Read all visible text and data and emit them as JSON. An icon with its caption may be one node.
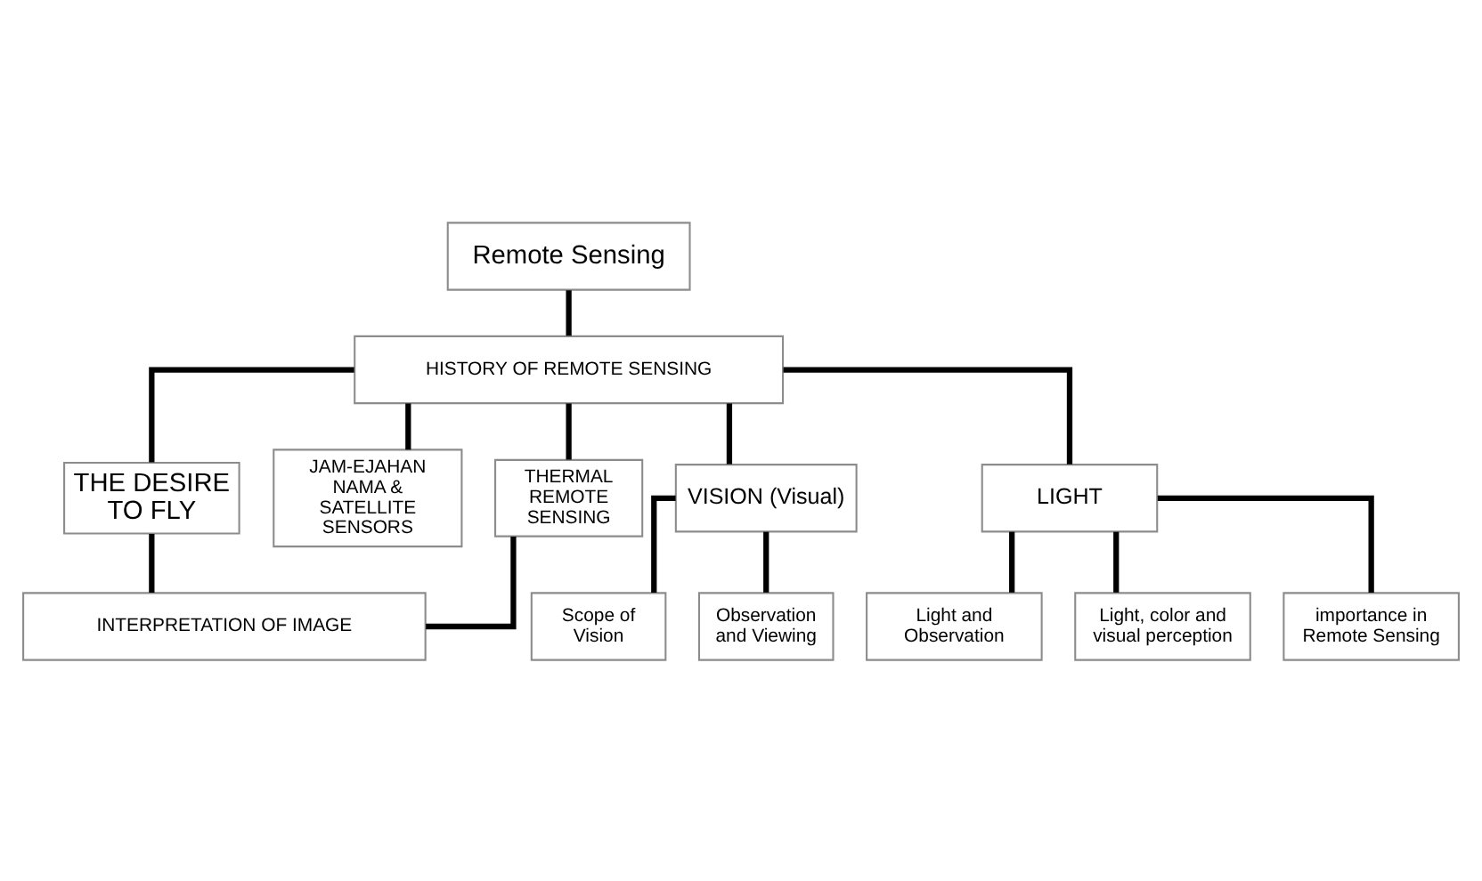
{
  "diagram": {
    "nodes": [
      {
        "text": [
          "Remote Sensing"
        ]
      },
      {
        "text": [
          "HISTORY OF REMOTE SENSING"
        ]
      },
      {
        "text": [
          "THE DESIRE TO FLY"
        ]
      },
      {
        "text": [
          "JAM-EJAHAN NAMA & SATELLITE SENSORS"
        ]
      },
      {
        "text": [
          "VISION (Visual)"
        ]
      },
      {
        "text": [
          "LIGHT"
        ]
      },
      {
        "text": [
          "THERMAL REMOTE SENSING"
        ]
      },
      {
        "text": [
          "Scope of Vision"
        ]
      },
      {
        "text": [
          "Observation and Viewing"
        ]
      },
      {
        "text": [
          "Light and Observation"
        ]
      },
      {
        "text": [
          "Light, color and visual perception"
        ]
      },
      {
        "text": [
          "importance in Remote Sensing"
        ]
      },
      {
        "text": [
          "INTERPRETATION OF IMAGE"
        ]
      }
    ],
    "edges": [
      {
        "from": 0,
        "to": 1,
        "arrow": "none"
      },
      {
        "from": 1,
        "to": 2,
        "arrow": "none"
      },
      {
        "from": 1,
        "to": 3,
        "arrow": "none"
      },
      {
        "from": 1,
        "to": 4,
        "arrow": "none"
      },
      {
        "from": 1,
        "to": 5,
        "arrow": "none"
      },
      {
        "from": 1,
        "to": 6,
        "arrow": "none"
      },
      {
        "from": 4,
        "to": 7,
        "arrow": "none"
      },
      {
        "from": 4,
        "to": 8,
        "arrow": "none"
      },
      {
        "from": 5,
        "to": 9,
        "arrow": "none"
      },
      {
        "from": 5,
        "to": 10,
        "arrow": "none"
      },
      {
        "from": 5,
        "to": 11,
        "arrow": "none"
      },
      {
        "from": 2,
        "to": 12,
        "arrow": "none"
      },
      {
        "from": 6,
        "to": 12,
        "arrow": "none"
      }
    ]
  }
}
